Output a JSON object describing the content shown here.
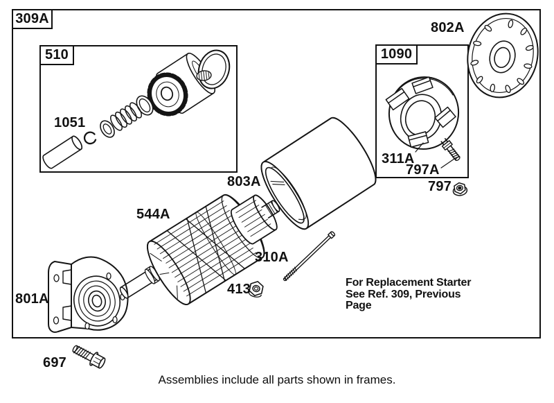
{
  "colors": {
    "line": "#141414",
    "background": "#ffffff"
  },
  "frames": {
    "main": "309A",
    "drive": "510",
    "brush": "1090"
  },
  "labels": {
    "end_cap": "802A",
    "roller_pin": "1051",
    "housing": "803A",
    "armature": "544A",
    "through_bolt": "310A",
    "hex_nut": "413",
    "bracket": "801A",
    "brush_assembly": "311A",
    "terminal_stud": "797A",
    "terminal_nut": "797",
    "mount_bolt": "697"
  },
  "note_lines": [
    "For Replacement Starter",
    "See Ref. 309, Previous",
    "Page"
  ],
  "caption": "Assemblies include all parts shown in frames."
}
